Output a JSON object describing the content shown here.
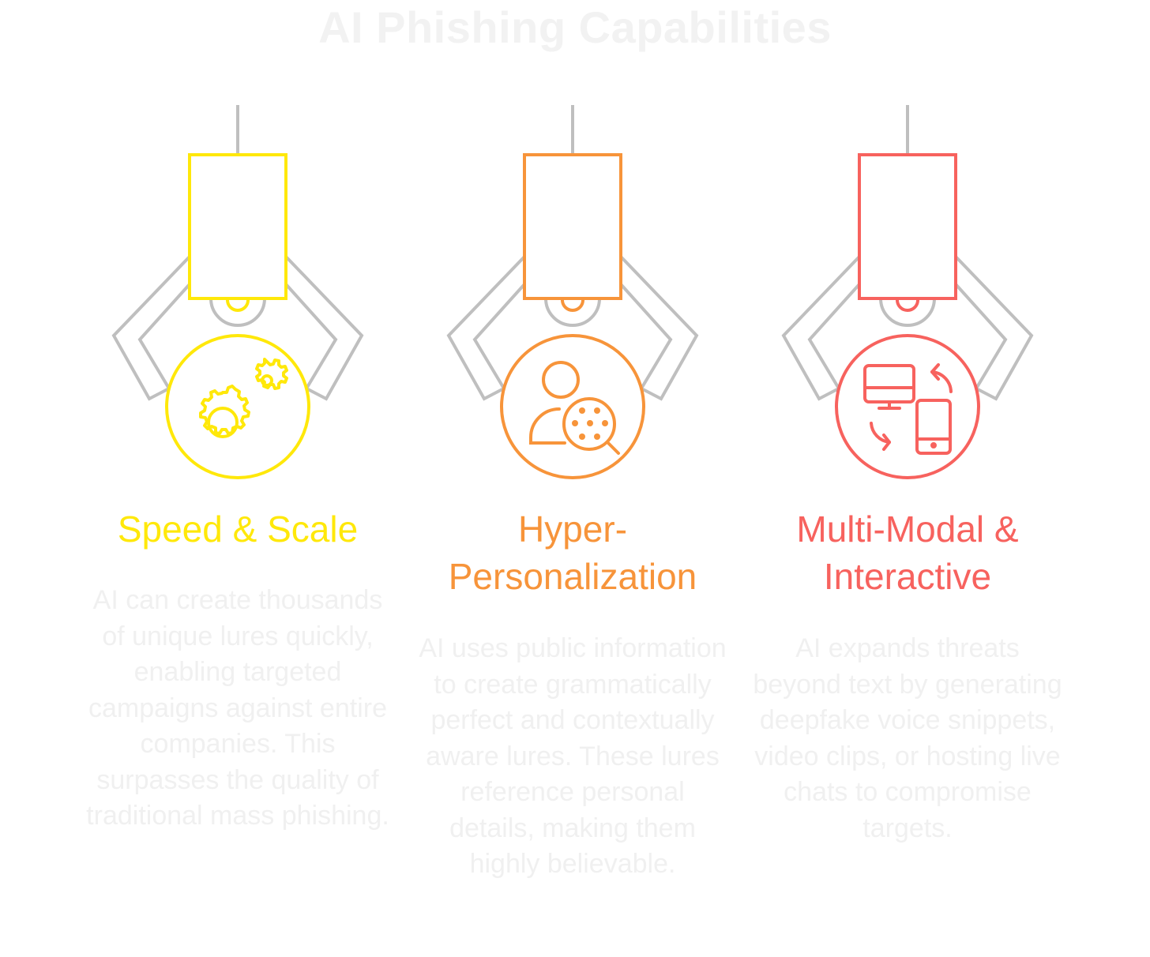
{
  "title": "AI Phishing Capabilities",
  "colors": {
    "title": "#f2f2f2",
    "claw_gray": "#bfbfbf",
    "description": "#f0f0f0"
  },
  "items": [
    {
      "heading": "Speed & Scale",
      "heading_lines": [
        "Speed & Scale"
      ],
      "color": "#ffe80a",
      "icon": "gears-icon",
      "description": "AI can create thousands of unique lures quickly, enabling targeted campaigns against entire companies. This surpasses the quality of traditional mass phishing."
    },
    {
      "heading": "Hyper-Personalization",
      "heading_lines": [
        "Hyper-",
        "Personalization"
      ],
      "color": "#f7943a",
      "icon": "user-search-icon",
      "description": "AI uses public information to create grammatically perfect and contextually aware lures. These lures reference personal details, making them highly believable."
    },
    {
      "heading": "Multi-Modal & Interactive",
      "heading_lines": [
        "Multi-Modal &",
        "Interactive"
      ],
      "color": "#f7625e",
      "icon": "device-sync-icon",
      "description": "AI expands threats beyond text by generating deepfake voice snippets, video clips, or hosting live chats to compromise targets."
    }
  ]
}
